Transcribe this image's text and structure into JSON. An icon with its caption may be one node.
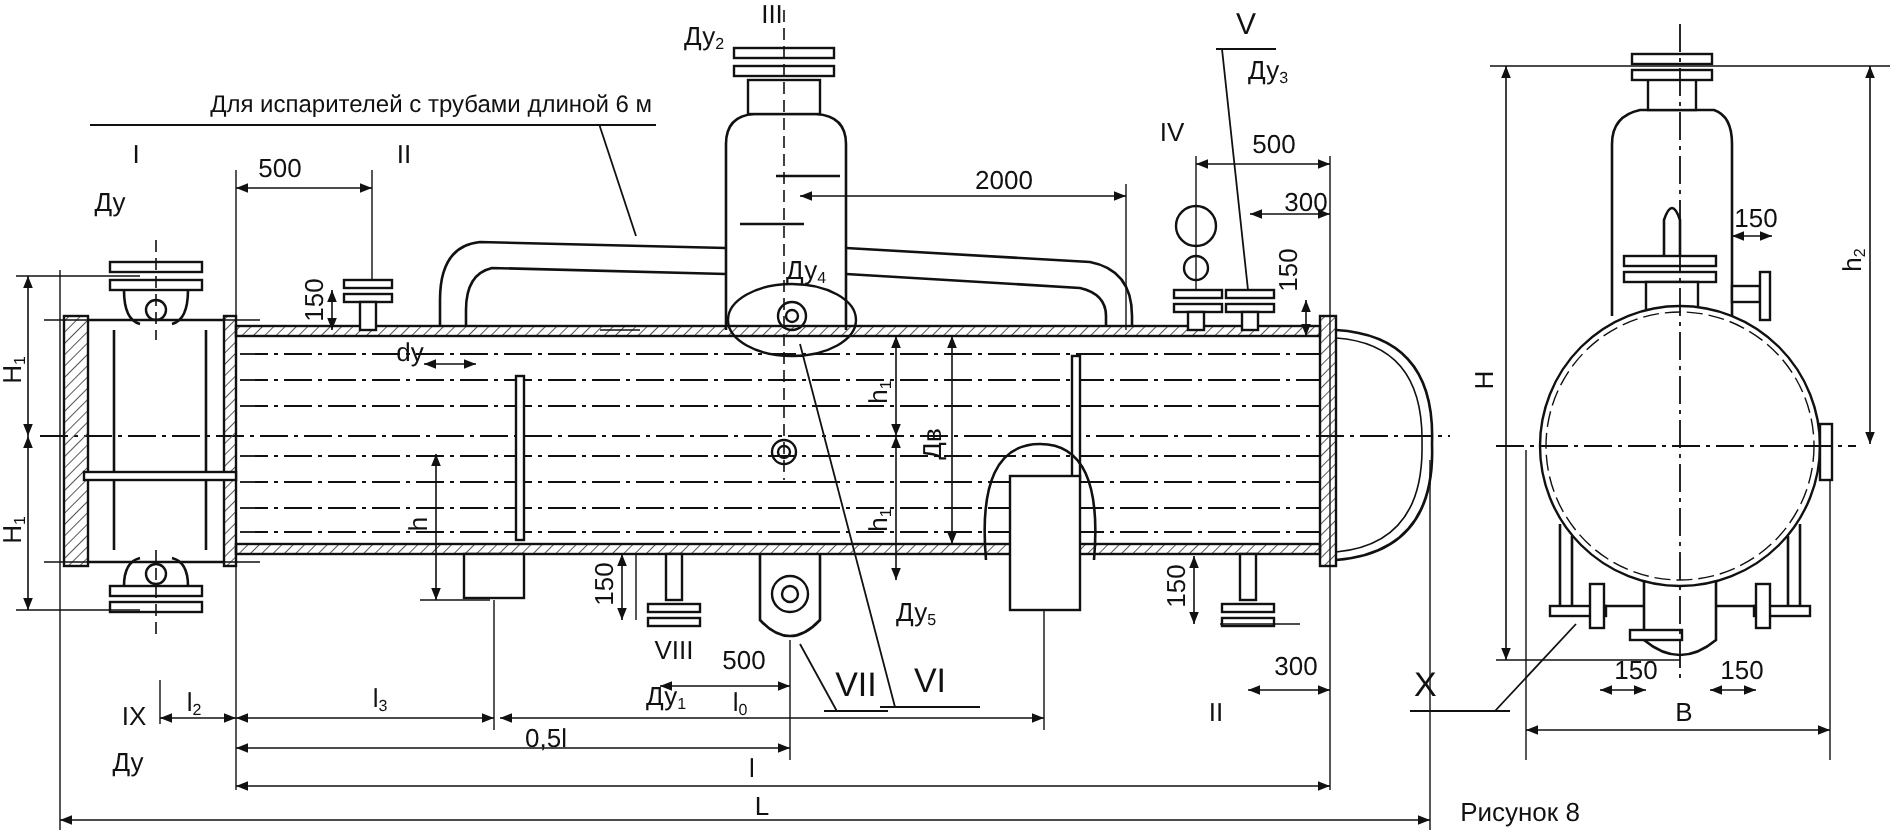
{
  "diagram": {
    "nodes": [
      {
        "text": [
          "Для испарителей с трубами длиной 6 м"
        ]
      },
      {
        "text": [
          "V"
        ]
      },
      {
        "text": [
          "VI"
        ]
      },
      {
        "text": [
          "VII"
        ]
      },
      {
        "text": [
          "X"
        ]
      }
    ],
    "edges": [
      {
        "from": 0,
        "to": null,
        "arrow": "none"
      },
      {
        "from": 1,
        "to": null,
        "arrow": "none"
      },
      {
        "from": 2,
        "to": null,
        "arrow": "none"
      },
      {
        "from": 3,
        "to": null,
        "arrow": "none"
      },
      {
        "from": 4,
        "to": null,
        "arrow": "none"
      }
    ],
    "labels": [
      "I",
      "Ду",
      "500",
      "II",
      "150",
      "dy",
      "H$_{1}$",
      "H$_{1}$",
      "h",
      "III",
      "Ду$_{2}$",
      "Ду$_{4}$",
      "2000",
      "h$_{1}$",
      "Дв",
      "h$_{1}$",
      "Ду$_{5}$",
      "IV",
      "Ду$_{3}$",
      "500",
      "300",
      "150",
      "150",
      "VIII",
      "Ду$_{1}$",
      "500",
      "l$_{0}$",
      "IX",
      "Ду",
      "l$_{2}$",
      "l$_{3}$",
      "0,5l",
      "l",
      "L",
      "150",
      "II",
      "300",
      "H",
      "h$_{2}$",
      "150",
      "150",
      "150",
      "B",
      "Рисунок 8"
    ]
  }
}
